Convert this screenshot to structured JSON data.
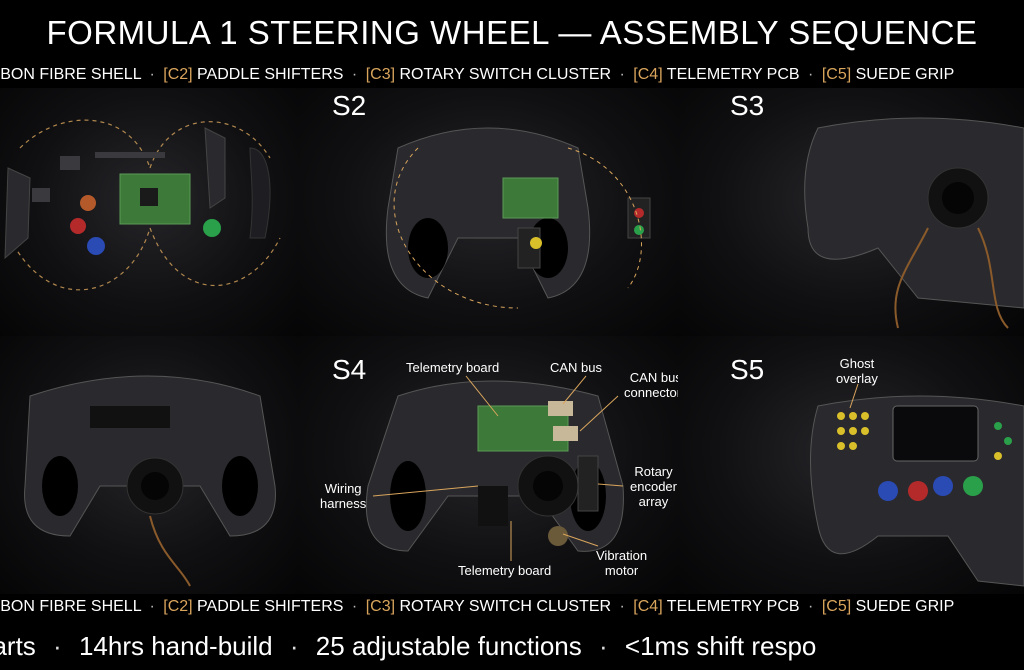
{
  "title": "FORMULA 1 STEERING WHEEL — ASSEMBLY SEQUENCE",
  "components": [
    {
      "code": "",
      "name": "ARBON FIBRE SHELL"
    },
    {
      "code": "[C2]",
      "name": "PADDLE SHIFTERS"
    },
    {
      "code": "[C3]",
      "name": "ROTARY SWITCH CLUSTER"
    },
    {
      "code": "[C4]",
      "name": "TELEMETRY PCB"
    },
    {
      "code": "[C5]",
      "name": "SUEDE GRIP"
    }
  ],
  "separator": "·",
  "stages": {
    "s2": "S2",
    "s3": "S3",
    "s4": "S4",
    "s5": "S5"
  },
  "callouts": {
    "telemetry_board_top": "Telemetry board",
    "can_bus": "CAN bus",
    "can_bus_connectors_1": "CAN bus",
    "can_bus_connectors_2": "connectors",
    "wiring_harness_1": "Wiring",
    "wiring_harness_2": "harness",
    "rotary_encoder_1": "Rotary",
    "rotary_encoder_2": "encoder",
    "rotary_encoder_3": "array",
    "vibration_motor_1": "Vibration",
    "vibration_motor_2": "motor",
    "telemetry_board_bottom": "Telemetry board",
    "ghost_overlay_1": "Ghost",
    "ghost_overlay_2": "overlay"
  },
  "stats": [
    "parts",
    "14hrs hand-build",
    "25  adjustable functions",
    "<1ms shift respo"
  ],
  "colors": {
    "accent": "#d9a55c",
    "carbon": "#2a2a2e",
    "pcb": "#3d7a3a",
    "background": "#000000"
  }
}
